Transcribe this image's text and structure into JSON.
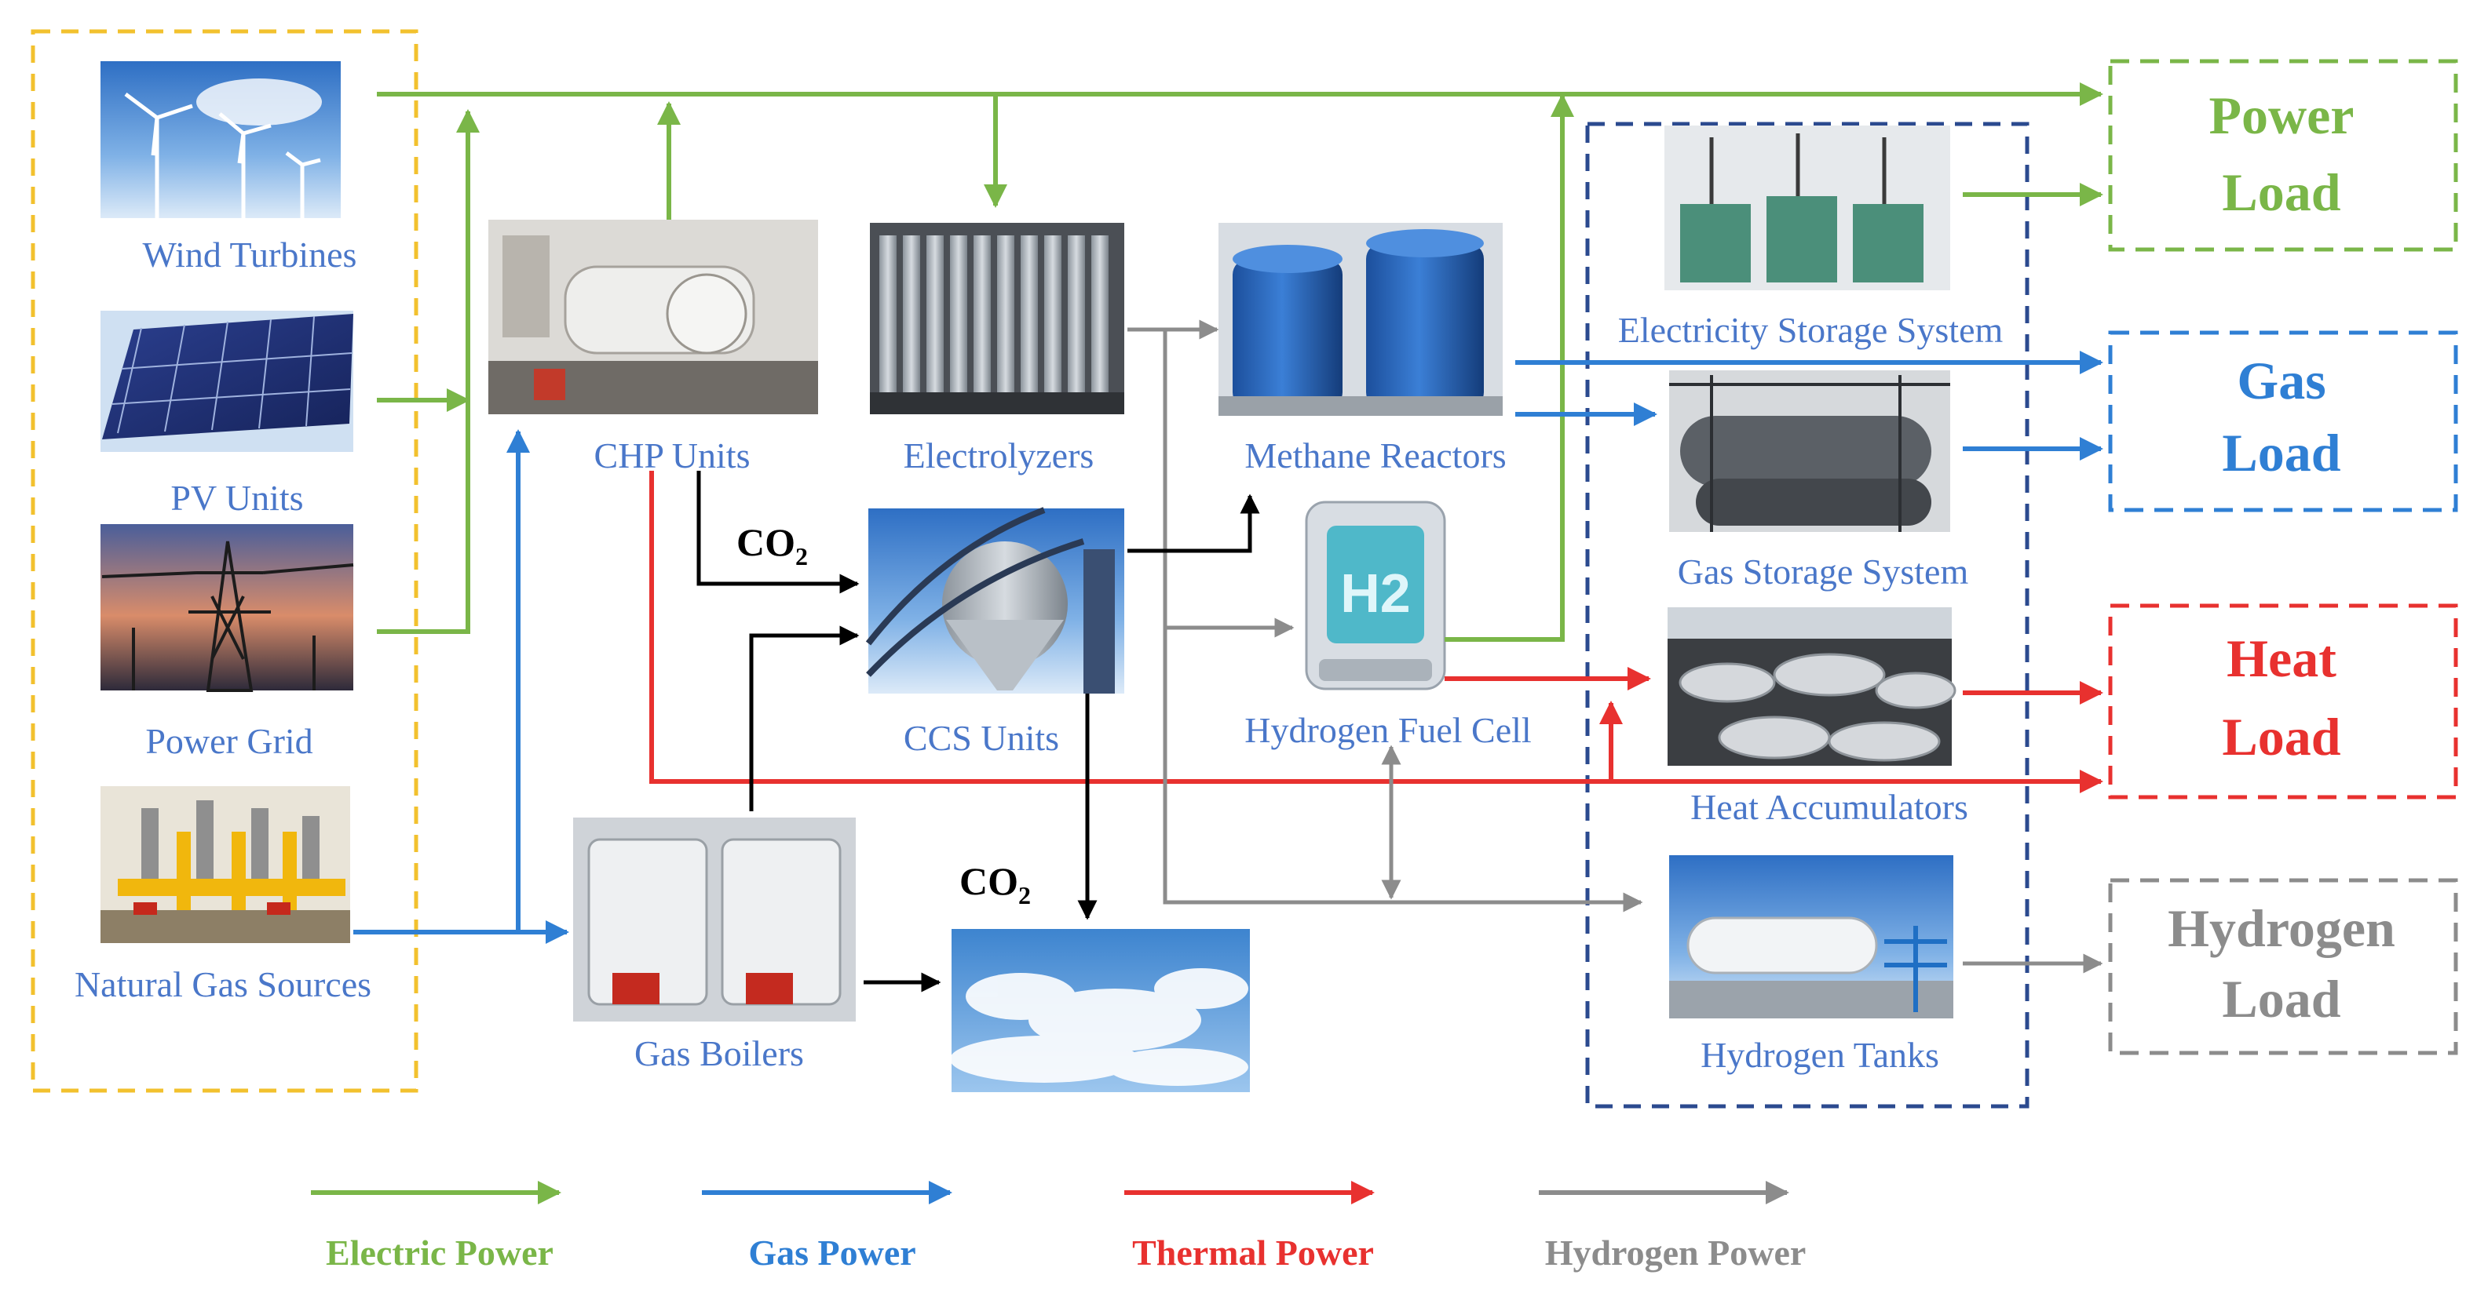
{
  "colors": {
    "electric": "#7ab648",
    "gas": "#2f7fd4",
    "thermal": "#e8312f",
    "hydrogen": "#8c8c8c",
    "label_blue": "#4a77c9",
    "source_frame": "#f2c12e",
    "storage_frame": "#2b4a8f"
  },
  "sources": {
    "wind": "Wind Turbines",
    "pv": "PV Units",
    "grid": "Power Grid",
    "gas": "Natural Gas Sources"
  },
  "units": {
    "chp": "CHP Units",
    "electrolyzers": "Electrolyzers",
    "methane": "Methane Reactors",
    "ccs": "CCS Units",
    "fuel_cell": "Hydrogen Fuel Cell",
    "boilers": "Gas Boilers",
    "fuel_cell_symbol": "H2"
  },
  "co2": {
    "main": "CO",
    "sub": "2"
  },
  "storage": {
    "electricity": "Electricity Storage System",
    "gas": "Gas Storage System",
    "heat": "Heat Accumulators",
    "hydrogen": "Hydrogen Tanks"
  },
  "loads": {
    "power": [
      "Power",
      "Load"
    ],
    "gas": [
      "Gas",
      "Load"
    ],
    "heat": [
      "Heat",
      "Load"
    ],
    "hydrogen": [
      "Hydrogen",
      "Load"
    ]
  },
  "legend": {
    "electric": "Electric Power",
    "gas": "Gas Power",
    "thermal": "Thermal Power",
    "hydrogen": "Hydrogen Power"
  }
}
